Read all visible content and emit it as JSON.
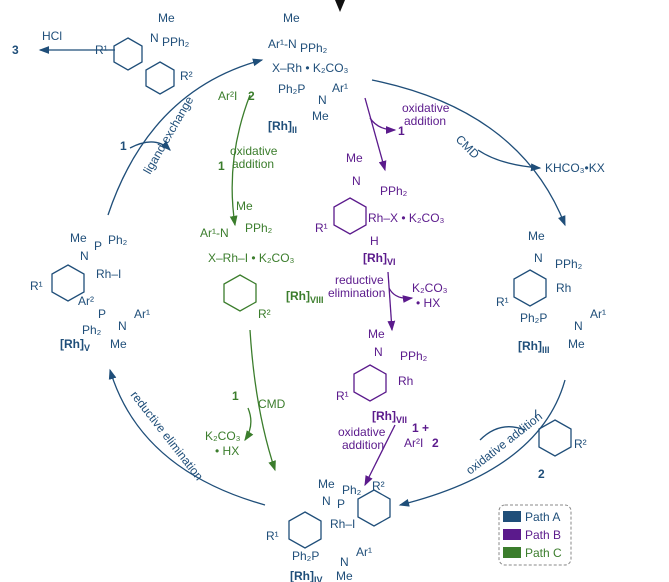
{
  "colors": {
    "path_a": "#1f4e79",
    "path_b": "#5b1a8c",
    "path_c": "#3b7d2c"
  },
  "legend": [
    {
      "label": "Path A",
      "color": "#1f4e79"
    },
    {
      "label": "Path B",
      "color": "#5b1a8c"
    },
    {
      "label": "Path C",
      "color": "#3b7d2c"
    }
  ],
  "species": {
    "rh2": {
      "label": "[Rh]",
      "sub": "II"
    },
    "rh3": {
      "label": "[Rh]",
      "sub": "III"
    },
    "rh4": {
      "label": "[Rh]",
      "sub": "IV"
    },
    "rh5": {
      "label": "[Rh]",
      "sub": "V"
    },
    "rh6": {
      "label": "[Rh]",
      "sub": "VI"
    },
    "rh7": {
      "label": "[Rh]",
      "sub": "VII"
    },
    "rh8": {
      "label": "[Rh]",
      "sub": "VIII"
    }
  },
  "steps": {
    "cmd": "CMD",
    "byproduct_cmd": "KHCO₃•KX",
    "oxidative_addition": "oxidative addition",
    "reductive_elimination": "reductive elimination",
    "ligand_exchange": "ligand exchange",
    "oa_line1": "oxidative",
    "oa_line2": "addition",
    "re_line1": "reductive",
    "re_line2": "elimination",
    "k2co3": "K₂CO₃",
    "hx": "• HX",
    "hcl": "HCl",
    "compound3": "3",
    "compound1": "1",
    "compound2": "2",
    "ar2i": "Ar²I",
    "one_plus": "1 +"
  },
  "atoms": {
    "me": "Me",
    "n": "N",
    "pph2": "PPh₂",
    "ph2p": "Ph₂P",
    "ph2": "Ph₂",
    "p": "P",
    "ar1": "Ar¹",
    "ar1n": "Ar¹-N",
    "ar2": "Ar²",
    "r1": "R¹",
    "r2": "R²",
    "i": "I",
    "h": "H",
    "x_rh_k2co3": "X–Rh • K₂CO₃",
    "rh_x_k2co3": "Rh–X • K₂CO₃",
    "x_rh_i_k2co3": "X–Rh–I • K₂CO₃",
    "rh_i": "Rh–I",
    "rh": "Rh"
  }
}
